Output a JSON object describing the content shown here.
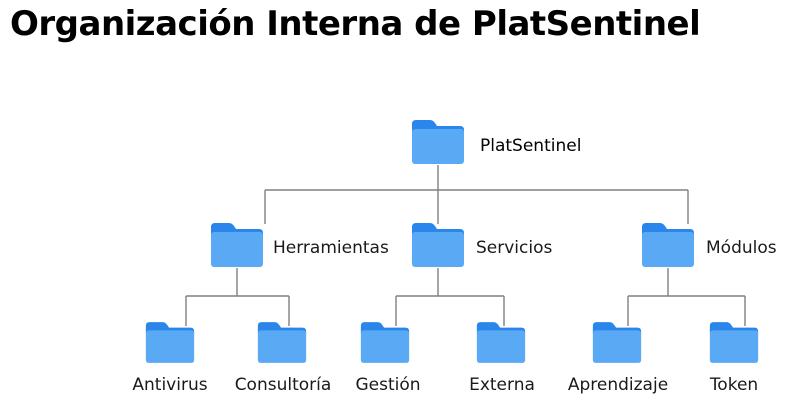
{
  "title": "Organización Interna de PlatSentinel",
  "colors": {
    "folder_body": "#5aa9f5",
    "folder_tab": "#2a86ea",
    "connector": "#808080",
    "text": "#1a1a1a"
  },
  "tree": {
    "root": {
      "label": "PlatSentinel",
      "icon": "folder-icon",
      "children": [
        {
          "label": "Herramientas",
          "icon": "folder-icon",
          "children": [
            {
              "label": "Antivirus",
              "icon": "folder-icon"
            },
            {
              "label": "Consultoría",
              "icon": "folder-icon"
            }
          ]
        },
        {
          "label": "Servicios",
          "icon": "folder-icon",
          "children": [
            {
              "label": "Gestión",
              "icon": "folder-icon"
            },
            {
              "label": "Externa",
              "icon": "folder-icon"
            }
          ]
        },
        {
          "label": "Módulos",
          "icon": "folder-icon",
          "children": [
            {
              "label": "Aprendizaje",
              "icon": "folder-icon"
            },
            {
              "label": "Token",
              "icon": "folder-icon"
            }
          ]
        }
      ]
    }
  }
}
